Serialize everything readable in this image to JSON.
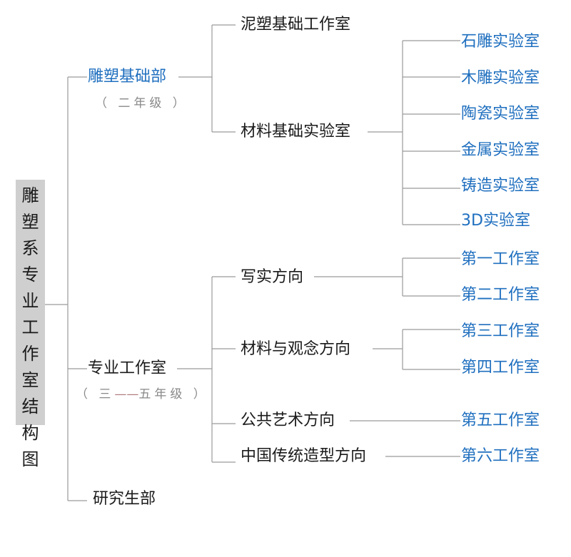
{
  "root": {
    "title_chars": [
      "雕",
      "塑",
      "系",
      "专",
      "业",
      "工",
      "作",
      "室",
      "结",
      "构",
      "图"
    ]
  },
  "level1": {
    "foundation": {
      "label": "雕塑基础部",
      "grade": "（ 二年级 ）"
    },
    "professional": {
      "label": "专业工作室",
      "grade_open": "（ 三",
      "grade_dash": "——",
      "grade_close": "五年级 ）"
    },
    "graduate": {
      "label": "研究生部"
    }
  },
  "level2": {
    "clay": "泥塑基础工作室",
    "materials_lab": "材料基础实验室",
    "realism": "写实方向",
    "material_concept": "材料与观念方向",
    "public_art": "公共艺术方向",
    "traditional": "中国传统造型方向"
  },
  "level3": {
    "labs": [
      "石雕实验室",
      "木雕实验室",
      "陶瓷实验室",
      "金属实验室",
      "铸造实验室",
      "3D实验室"
    ],
    "studios": [
      "第一工作室",
      "第二工作室",
      "第三工作室",
      "第四工作室",
      "第五工作室",
      "第六工作室"
    ]
  },
  "colors": {
    "line": "#9a9a9a",
    "blue_text": "#1f6fbf",
    "root_box": "#cfcfcf"
  }
}
